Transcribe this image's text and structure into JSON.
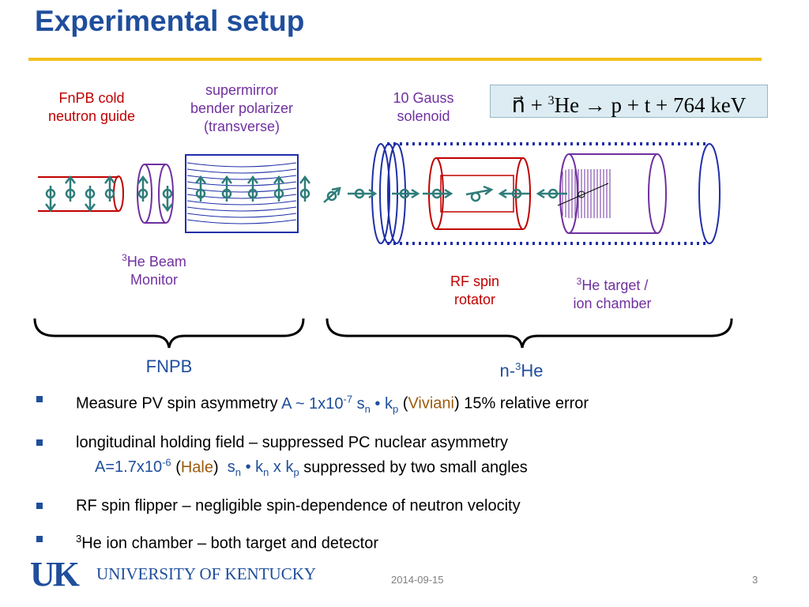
{
  "slide": {
    "title": "Experimental setup",
    "date": "2014-09-15",
    "page_number": "3"
  },
  "labels": {
    "fnpb_guide": "FnPB cold\nneutron guide",
    "polarizer": "supermirror\nbender polarizer\n(transverse)",
    "solenoid": "10 Gauss\nsolenoid",
    "beam_monitor_sup": "3",
    "beam_monitor": "He Beam\nMonitor",
    "rf_rotator": "RF spin\nrotator",
    "target_sup": "3",
    "target": "He target /\nion chamber",
    "fnpb": "FNPB",
    "nhe_prefix": "n-",
    "nhe_sup": "3",
    "nhe_suffix": "He"
  },
  "equation": {
    "lhs": "n⃗ + ",
    "sup": "3",
    "rhs": "He → p + t + 764 keV"
  },
  "bullets": {
    "b1": {
      "pre": "Measure PV spin asymmetry ",
      "expr": "A ~ 1x10",
      "exp": "-7",
      "s": " s",
      "s_sub": "n",
      "dot": " • k",
      "k_sub": "p",
      "ref": "Viviani",
      "post": "  15% relative error"
    },
    "b2": {
      "line1": "longitudinal holding field – suppressed PC nuclear asymmetry",
      "expr": "A=1.7x10",
      "exp": "-6",
      "ref": "Hale",
      "s": "s",
      "s_sub": "n",
      "k": " • k",
      "k_sub": "n",
      "x": " x k",
      "x_sub": "p",
      "post": "  suppressed by two small angles"
    },
    "b3": {
      "text": "RF spin flipper – negligible spin-dependence of neutron velocity"
    },
    "b4": {
      "sup": "3",
      "text": "He ion chamber – both target and detector"
    }
  },
  "logo": {
    "mark": "UK",
    "name": "UNIVERSITY OF KENTUCKY"
  },
  "colors": {
    "title_blue": "#1f4e9c",
    "rule_gold": "#f2c01e",
    "guide_red": "#c00000",
    "monitor_purple": "#7030a0",
    "solenoid_blue": "#1f2fa8",
    "spin_teal": "#2e7d7a",
    "eq_background": "#dcecf2"
  }
}
